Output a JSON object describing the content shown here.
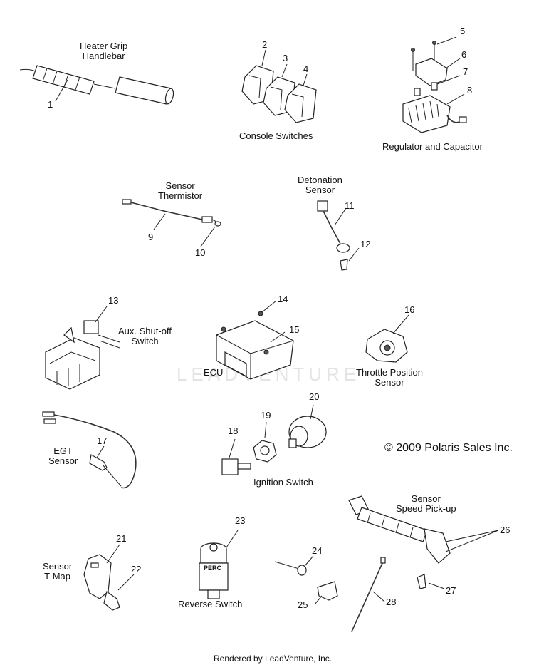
{
  "labels": {
    "heater_grip": "Heater Grip\nHandlebar",
    "console_switches": "Console Switches",
    "regulator": "Regulator and Capacitor",
    "sensor_thermistor": "Sensor\nThermistor",
    "detonation_sensor": "Detonation\nSensor",
    "aux_shutoff": "Aux. Shut-off\nSwitch",
    "ecu": "ECU",
    "throttle_position": "Throttle Position\nSensor",
    "egt_sensor": "EGT\nSensor",
    "ignition_switch": "Ignition Switch",
    "sensor_speed": "Sensor\nSpeed Pick-up",
    "sensor_tmap": "Sensor\nT-Map",
    "reverse_switch": "Reverse Switch"
  },
  "part_numbers": [
    "1",
    "2",
    "3",
    "4",
    "5",
    "6",
    "7",
    "8",
    "9",
    "10",
    "11",
    "12",
    "13",
    "14",
    "15",
    "16",
    "17",
    "18",
    "19",
    "20",
    "21",
    "22",
    "23",
    "24",
    "25",
    "26",
    "27",
    "28"
  ],
  "perc_label": "PERC",
  "copyright": "© 2009 Polaris Sales Inc.",
  "footer": "Rendered by LeadVenture, Inc.",
  "watermark": "LEADVENTURE"
}
